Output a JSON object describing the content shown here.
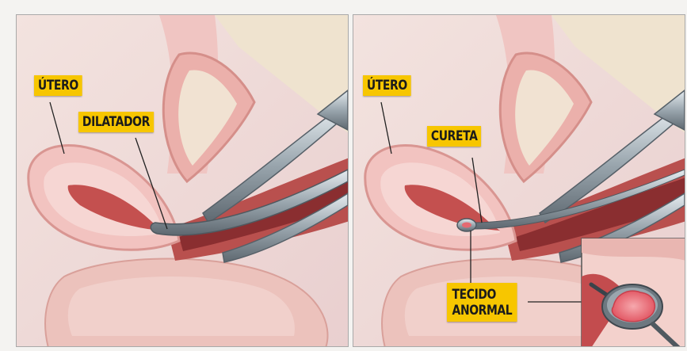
{
  "panels": [
    {
      "labels": {
        "uterus": "ÚTERO",
        "instrument": "DILATADOR"
      }
    },
    {
      "labels": {
        "uterus": "ÚTERO",
        "instrument": "CURETA",
        "tissue_line1": "TECIDO",
        "tissue_line2": "ANORMAL"
      }
    }
  ],
  "colors": {
    "label_bg": "#f7c600",
    "tissue_pink": "#f2c3c0",
    "instrument_steel": "#8e9aa4"
  }
}
